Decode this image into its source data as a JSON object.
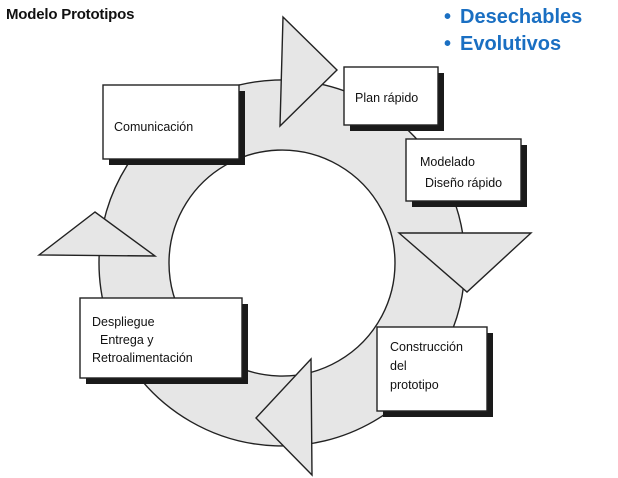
{
  "title": "Modelo Prototipos",
  "bullets": [
    {
      "marker": "•",
      "text": "Desechables"
    },
    {
      "marker": "•",
      "text": "Evolutivos"
    }
  ],
  "colors": {
    "bullet_text": "#1a6fc2",
    "ring_fill": "#e6e6e6",
    "box_fill": "#ffffff",
    "outline": "#222222"
  },
  "diagram": {
    "steps": [
      {
        "lines": [
          "Comunicación"
        ]
      },
      {
        "lines": [
          "Plan rápido"
        ]
      },
      {
        "lines": [
          "Modelado",
          "Diseño rápido"
        ]
      },
      {
        "lines": [
          "Construcción",
          "del",
          "prototipo"
        ]
      },
      {
        "lines": [
          "Despliegue",
          "Entrega y",
          "Retroalimentación"
        ]
      }
    ]
  }
}
